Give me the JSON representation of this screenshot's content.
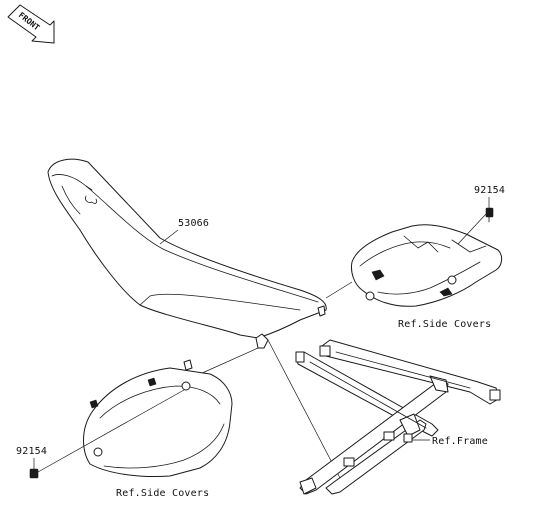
{
  "front_label": "FRONT",
  "labels": {
    "seat_part": "53066",
    "bolt_part_top": "92154",
    "bolt_part_bottom": "92154",
    "ref_side_covers_right": "Ref.Side Covers",
    "ref_side_covers_left": "Ref.Side Covers",
    "ref_frame": "Ref.Frame"
  },
  "icons": {
    "front_arrow": "front-arrow-icon"
  }
}
